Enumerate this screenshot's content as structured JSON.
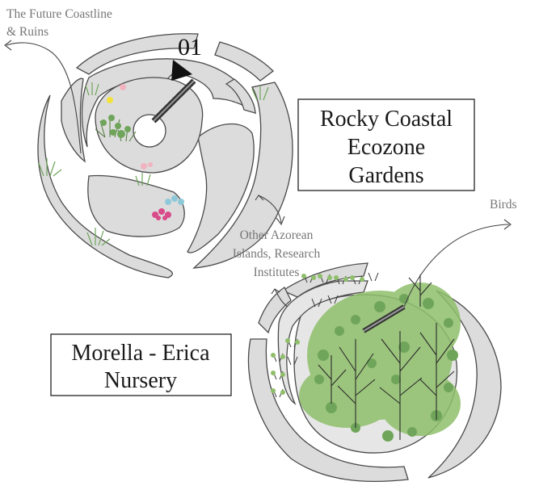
{
  "labels": {
    "coastline": [
      "The Future Coastline",
      "& Ruins"
    ],
    "number": "01",
    "other": [
      "Other Azorean",
      "Islands, Research",
      "Institutes"
    ],
    "birds": "Birds"
  },
  "boxes": {
    "rocky": [
      "Rocky Coastal",
      "Ecozone",
      "Gardens"
    ],
    "nursery": [
      "Morella - Erica",
      "Nursery"
    ]
  },
  "colors": {
    "bed_fill": "#dcdcdc",
    "outline": "#4a4a4a",
    "foliage": "#8fbf6a",
    "flower_pink": "#d94c8a",
    "flower_yellow": "#f2e23a",
    "flower_blue": "#8fc9d9"
  },
  "icons": [
    "compass-pointer-icon",
    "plant-icon",
    "tree-icon",
    "arrow-icon"
  ]
}
